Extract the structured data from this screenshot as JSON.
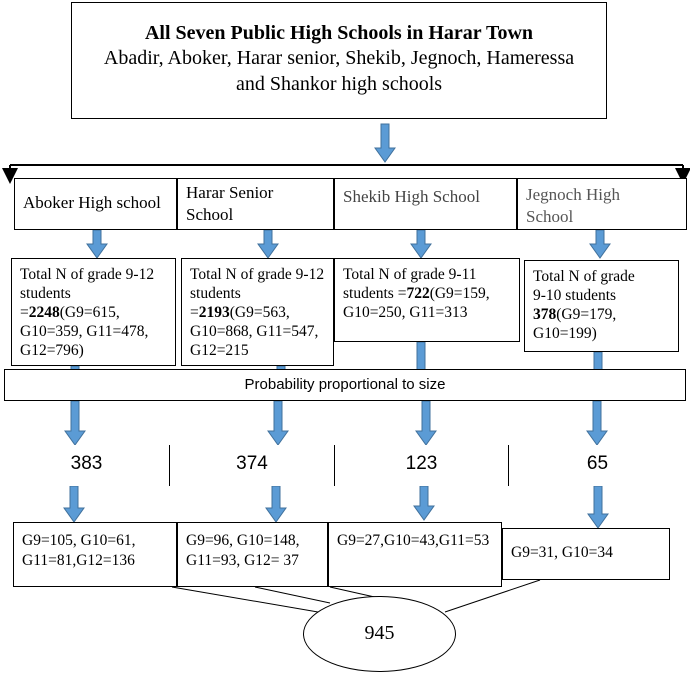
{
  "header": {
    "title": "All Seven Public High Schools in Harar Town",
    "subtitle_line1": "Abadir, Aboker, Harar senior, Shekib, Jegnoch, Hameressa",
    "subtitle_line2": "and Shankor high schools"
  },
  "schools": [
    {
      "name_line1": "Aboker High school",
      "name_line2": ""
    },
    {
      "name_line1": "Harar Senior",
      "name_line2": "School"
    },
    {
      "name_line1": "Shekib High School",
      "name_line2": ""
    },
    {
      "name_line1": "Jegnoch High",
      "name_line2": "School"
    }
  ],
  "totals": [
    {
      "l1": "Total N of grade 9-12",
      "l2": "students",
      "eq": "=",
      "n": "2248",
      "l3": "(G9=615,",
      "l4": "G10=359, G11=478,",
      "l5": "G12=796)"
    },
    {
      "l1": "Total N of grade 9-12",
      "l2": "students",
      "eq": "=",
      "n": "2193",
      "l3": "(G9=563,",
      "l4": "G10=868, G11=547,",
      "l5": "G12=215"
    },
    {
      "l1": "Total N of grade 9-11",
      "l2": "students ",
      "eq": "=",
      "n": "722",
      "l3": "(G9=159,",
      "l4": "G10=250, G11=313",
      "l5": ""
    },
    {
      "l1": "Total N of grade",
      "l2": "9-10 students",
      "eq": "",
      "n": "378",
      "l3": "(G9=179,",
      "l4": "G10=199)",
      "l5": ""
    }
  ],
  "sampling_method": "Probability proportional to size",
  "sample_sizes": [
    "383",
    "374",
    "123",
    "65"
  ],
  "grade_breakdowns": [
    {
      "l1": "G9=105, G10=61,",
      "l2": "G11=81,G12=136"
    },
    {
      "l1": "G9=96, G10=148,",
      "l2": "G11=93, G12= 37"
    },
    {
      "l1": "G9=27,G10=43,G11=53",
      "l2": ""
    },
    {
      "l1": "G9=31, G10=34",
      "l2": ""
    }
  ],
  "total_sample": "945",
  "colors": {
    "arrow": "#5b9bd5",
    "arrow_stroke": "#41719c",
    "line": "#000000"
  }
}
